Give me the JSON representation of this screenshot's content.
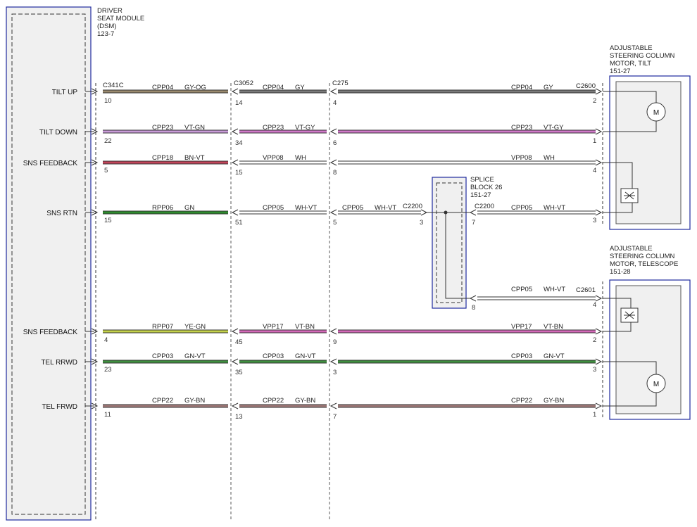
{
  "components": {
    "dsm": {
      "title_lines": [
        "DRIVER",
        "SEAT MODULE",
        "(DSM)",
        "123-7"
      ]
    },
    "tilt_motor": {
      "title_lines": [
        "ADJUSTABLE",
        "STEERING COLUMN",
        "MOTOR, TILT",
        "151-27"
      ],
      "symbol": "M"
    },
    "tele_motor": {
      "title_lines": [
        "ADJUSTABLE",
        "STEERING COLUMN",
        "MOTOR, TELESCOPE",
        "151-28"
      ],
      "symbol": "M"
    },
    "splice": {
      "title_lines": [
        "SPLICE",
        "BLOCK 26",
        "151-27"
      ]
    }
  },
  "connectors": {
    "c1": "C341C",
    "c2": "C3052",
    "c3": "C275",
    "c_tilt": "C2600",
    "c_tele": "C2601",
    "c_splice_in": "C2200",
    "c_splice_out": "C2200"
  },
  "colors": {
    "frame": "#1e2a9e",
    "dashed": "#333333",
    "module_fill": "#f0f0f0"
  },
  "circuits": [
    {
      "signal": "TILT UP",
      "pins": [
        "10",
        "14",
        "4",
        "2"
      ],
      "seg1": {
        "circuit": "CPP04",
        "color_code": "GY-OG"
      },
      "seg2": {
        "circuit": "CPP04",
        "color_code": "GY"
      },
      "seg3": {
        "circuit": "CPP04",
        "color_code": "GY"
      },
      "wire_colors": [
        "#9a8a6e",
        "#7a7a7a",
        "#7a7a7a"
      ]
    },
    {
      "signal": "TILT DOWN",
      "pins": [
        "22",
        "34",
        "6",
        "1"
      ],
      "seg1": {
        "circuit": "CPP23",
        "color_code": "VT-GN"
      },
      "seg2": {
        "circuit": "CPP23",
        "color_code": "VT-GY"
      },
      "seg3": {
        "circuit": "CPP23",
        "color_code": "VT-GY"
      },
      "wire_colors": [
        "#c99bd8",
        "#d078c8",
        "#d078c8"
      ]
    },
    {
      "signal": "SNS FEEDBACK",
      "pins": [
        "5",
        "15",
        "8",
        "4"
      ],
      "seg1": {
        "circuit": "CPP18",
        "color_code": "BN-VT"
      },
      "seg2": {
        "circuit": "VPP08",
        "color_code": "WH"
      },
      "seg3": {
        "circuit": "VPP08",
        "color_code": "WH"
      },
      "wire_colors": [
        "#c2455a",
        "#ffffff",
        "#ffffff"
      ]
    },
    {
      "signal": "SNS RTN",
      "pins": [
        "15",
        "51",
        "5",
        "3",
        "7",
        "3",
        "8",
        "4"
      ],
      "seg1": {
        "circuit": "RPP06",
        "color_code": "GN"
      },
      "seg2": {
        "circuit": "CPP05",
        "color_code": "WH-VT"
      },
      "seg3": {
        "circuit": "CPP05",
        "color_code": "WH-VT"
      },
      "seg4": {
        "circuit": "CPP05",
        "color_code": "WH-VT"
      },
      "seg5": {
        "circuit": "CPP05",
        "color_code": "WH-VT"
      },
      "wire_colors": [
        "#2e8b2e",
        "#ffffff",
        "#ffffff"
      ]
    },
    {
      "signal": "SNS FEEDBACK",
      "pins": [
        "4",
        "45",
        "9",
        "2"
      ],
      "seg1": {
        "circuit": "RPP07",
        "color_code": "YE-GN"
      },
      "seg2": {
        "circuit": "VPP17",
        "color_code": "VT-BN"
      },
      "seg3": {
        "circuit": "VPP17",
        "color_code": "VT-BN"
      },
      "wire_colors": [
        "#c4d24a",
        "#d468b8",
        "#d468b8"
      ]
    },
    {
      "signal": "TEL RRWD",
      "pins": [
        "23",
        "35",
        "3",
        "3"
      ],
      "seg1": {
        "circuit": "CPP03",
        "color_code": "GN-VT"
      },
      "seg2": {
        "circuit": "CPP03",
        "color_code": "GN-VT"
      },
      "seg3": {
        "circuit": "CPP03",
        "color_code": "GN-VT"
      },
      "wire_colors": [
        "#3f8f3f",
        "#3f8f3f",
        "#3f8f3f"
      ]
    },
    {
      "signal": "TEL FRWD",
      "pins": [
        "11",
        "13",
        "7",
        "1"
      ],
      "seg1": {
        "circuit": "CPP22",
        "color_code": "GY-BN"
      },
      "seg2": {
        "circuit": "CPP22",
        "color_code": "GY-BN"
      },
      "seg3": {
        "circuit": "CPP22",
        "color_code": "GY-BN"
      },
      "wire_colors": [
        "#a07a78",
        "#a07a78",
        "#a07a78"
      ]
    }
  ]
}
